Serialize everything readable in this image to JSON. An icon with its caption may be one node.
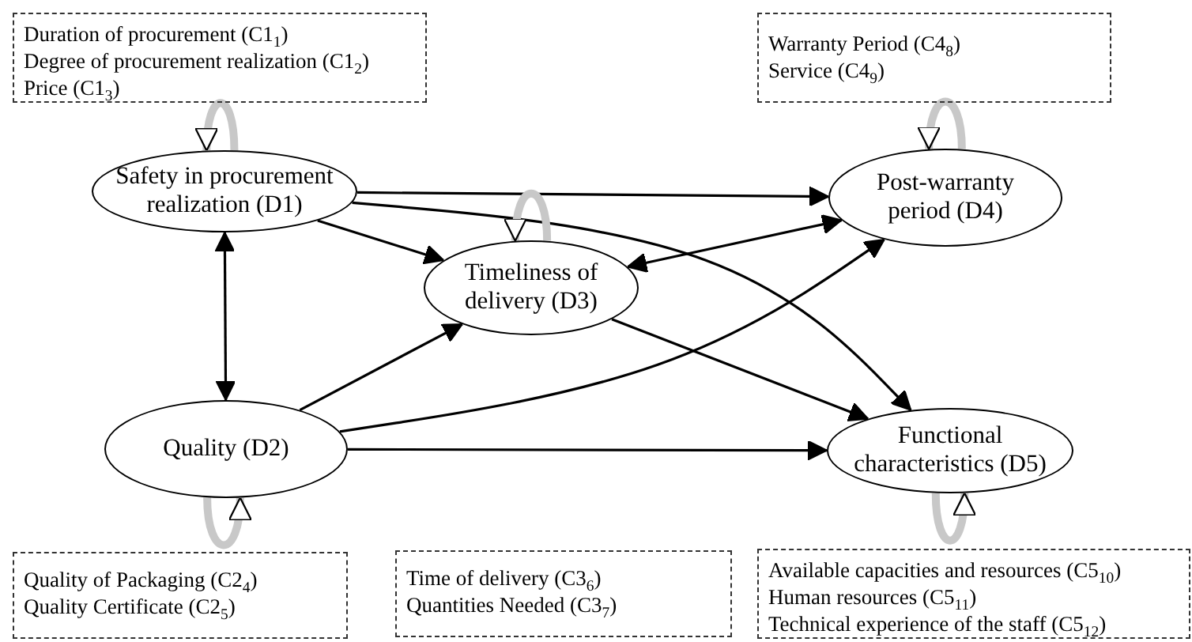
{
  "diagram": {
    "nodes": [
      {
        "text": [
          "Duration of procurement (C1$_{1}$)",
          "Degree of procurement realization (C1$_{2}$)",
          "Price (C1$_{3}$)"
        ]
      },
      {
        "text": [
          "Warranty Period (C4$_{8}$)",
          "Service (C4$_{9}$)"
        ]
      },
      {
        "text": [
          "Safety in procurement realization (D1)"
        ]
      },
      {
        "text": [
          "Post-warranty period (D4)"
        ]
      },
      {
        "text": [
          "Timeliness of delivery (D3)"
        ]
      },
      {
        "text": [
          "Quality (D2)"
        ]
      },
      {
        "text": [
          "Functional characteristics (D5)"
        ]
      },
      {
        "text": [
          "Quality of Packaging (C2$_{4}$)",
          "Quality Certificate (C2$_{5}$)"
        ]
      },
      {
        "text": [
          "Time of delivery (C3$_{6}$)",
          "Quantities Needed (C3$_{7}$)"
        ]
      },
      {
        "text": [
          "Available capacities and resources (C5$_{10}$)",
          "Human resources (C5$_{11}$)",
          "Technical experience of the staff (C5$_{12}$)"
        ]
      }
    ],
    "edges": [
      {
        "from": 2,
        "to": 3,
        "arrow": "to"
      },
      {
        "from": 2,
        "to": 4,
        "arrow": "to"
      },
      {
        "from": 2,
        "to": 5,
        "arrow": "both"
      },
      {
        "from": 2,
        "to": 6,
        "arrow": "to"
      },
      {
        "from": 5,
        "to": 4,
        "arrow": "to"
      },
      {
        "from": 5,
        "to": 3,
        "arrow": "to"
      },
      {
        "from": 5,
        "to": 6,
        "arrow": "to"
      },
      {
        "from": 4,
        "to": 3,
        "arrow": "both"
      },
      {
        "from": 4,
        "to": 6,
        "arrow": "to"
      },
      {
        "from": 2,
        "to": 2,
        "arrow": "to",
        "style": "thick",
        "color": "#c8c8c8"
      },
      {
        "from": 3,
        "to": 3,
        "arrow": "to",
        "style": "thick",
        "color": "#c8c8c8"
      },
      {
        "from": 4,
        "to": 4,
        "arrow": "to",
        "style": "thick",
        "color": "#c8c8c8"
      },
      {
        "from": 5,
        "to": 5,
        "arrow": "to",
        "style": "thick",
        "color": "#c8c8c8"
      },
      {
        "from": 6,
        "to": 6,
        "arrow": "to",
        "style": "thick",
        "color": "#c8c8c8"
      }
    ]
  }
}
